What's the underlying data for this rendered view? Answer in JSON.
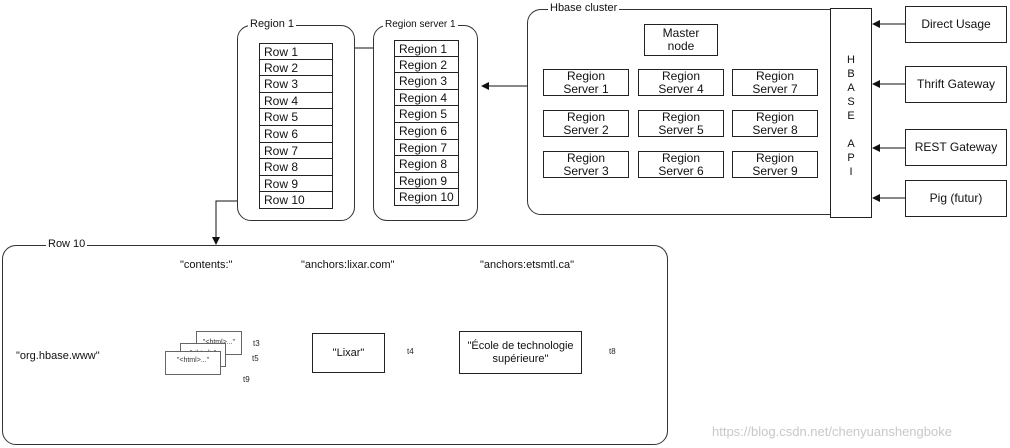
{
  "region1": {
    "title": "Region 1",
    "rows": [
      "Row 1",
      "Row 2",
      "Row 3",
      "Row 4",
      "Row 5",
      "Row 6",
      "Row 7",
      "Row 8",
      "Row 9",
      "Row 10"
    ]
  },
  "region_server1": {
    "title": "Region server 1",
    "regions": [
      "Region 1",
      "Region 2",
      "Region 3",
      "Region 4",
      "Region 5",
      "Region 6",
      "Region 7",
      "Region 8",
      "Region 9",
      "Region 10"
    ]
  },
  "cluster": {
    "title": "Hbase cluster",
    "master": "Master node",
    "servers": [
      [
        "Region Server 1",
        "Region Server 4",
        "Region Server 7"
      ],
      [
        "Region Server 2",
        "Region Server 5",
        "Region Server 8"
      ],
      [
        "Region Server 3",
        "Region Server 6",
        "Region Server 9"
      ]
    ]
  },
  "api": {
    "letters": [
      "H",
      "B",
      "A",
      "S",
      "E",
      "",
      "A",
      "P",
      "I"
    ]
  },
  "clients": [
    "Direct Usage",
    "Thrift Gateway",
    "REST Gateway",
    "Pig (futur)"
  ],
  "row10": {
    "title": "Row 10",
    "columns": [
      "\"contents:\"",
      "\"anchors:lixar.com\"",
      "\"anchors:etsmtl.ca\""
    ],
    "row_key": "\"org.hbase.www\"",
    "contents_versions": [
      "\"<html>...\"",
      "\"<html>\"",
      "\"<html>...\""
    ],
    "contents_tags": [
      "t3",
      "t5",
      "t9"
    ],
    "lixar_value": "\"Lixar\"",
    "lixar_tag": "t4",
    "etsmtl_value": "\"École de technologie supérieure\"",
    "etsmtl_tag": "t8"
  },
  "watermark": "https://blog.csdn.net/chenyuanshengboke"
}
